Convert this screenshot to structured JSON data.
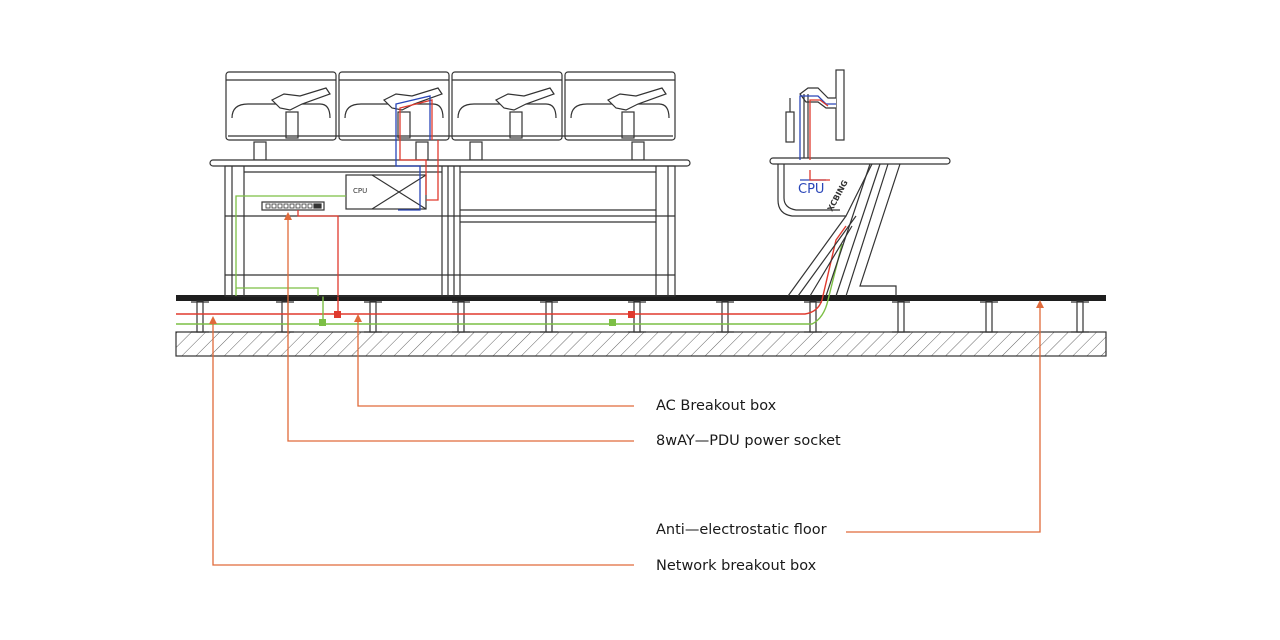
{
  "labels": {
    "ac_breakout_box": "AC Breakout box",
    "pdu_power_socket": "8wAY—PDU power socket",
    "anti_static_floor": "Anti—electrostatic floor",
    "network_breakout_box": "Network breakout box",
    "cpu_left": "CPU",
    "cpu_right": "CPU",
    "brand_mark": "XCBING"
  },
  "colors": {
    "line": "#333333",
    "power_cable": "#e03a2e",
    "data_cable": "#2a46b8",
    "ground_cable": "#7cbf45",
    "callout_line": "#e06a3a",
    "floor_hatch": "#555555"
  },
  "icons": {
    "monitor": "monitor-icon",
    "monitor_arm": "monitor-arm-icon",
    "cpu": "cpu-box-icon",
    "pdu": "power-strip-icon"
  }
}
